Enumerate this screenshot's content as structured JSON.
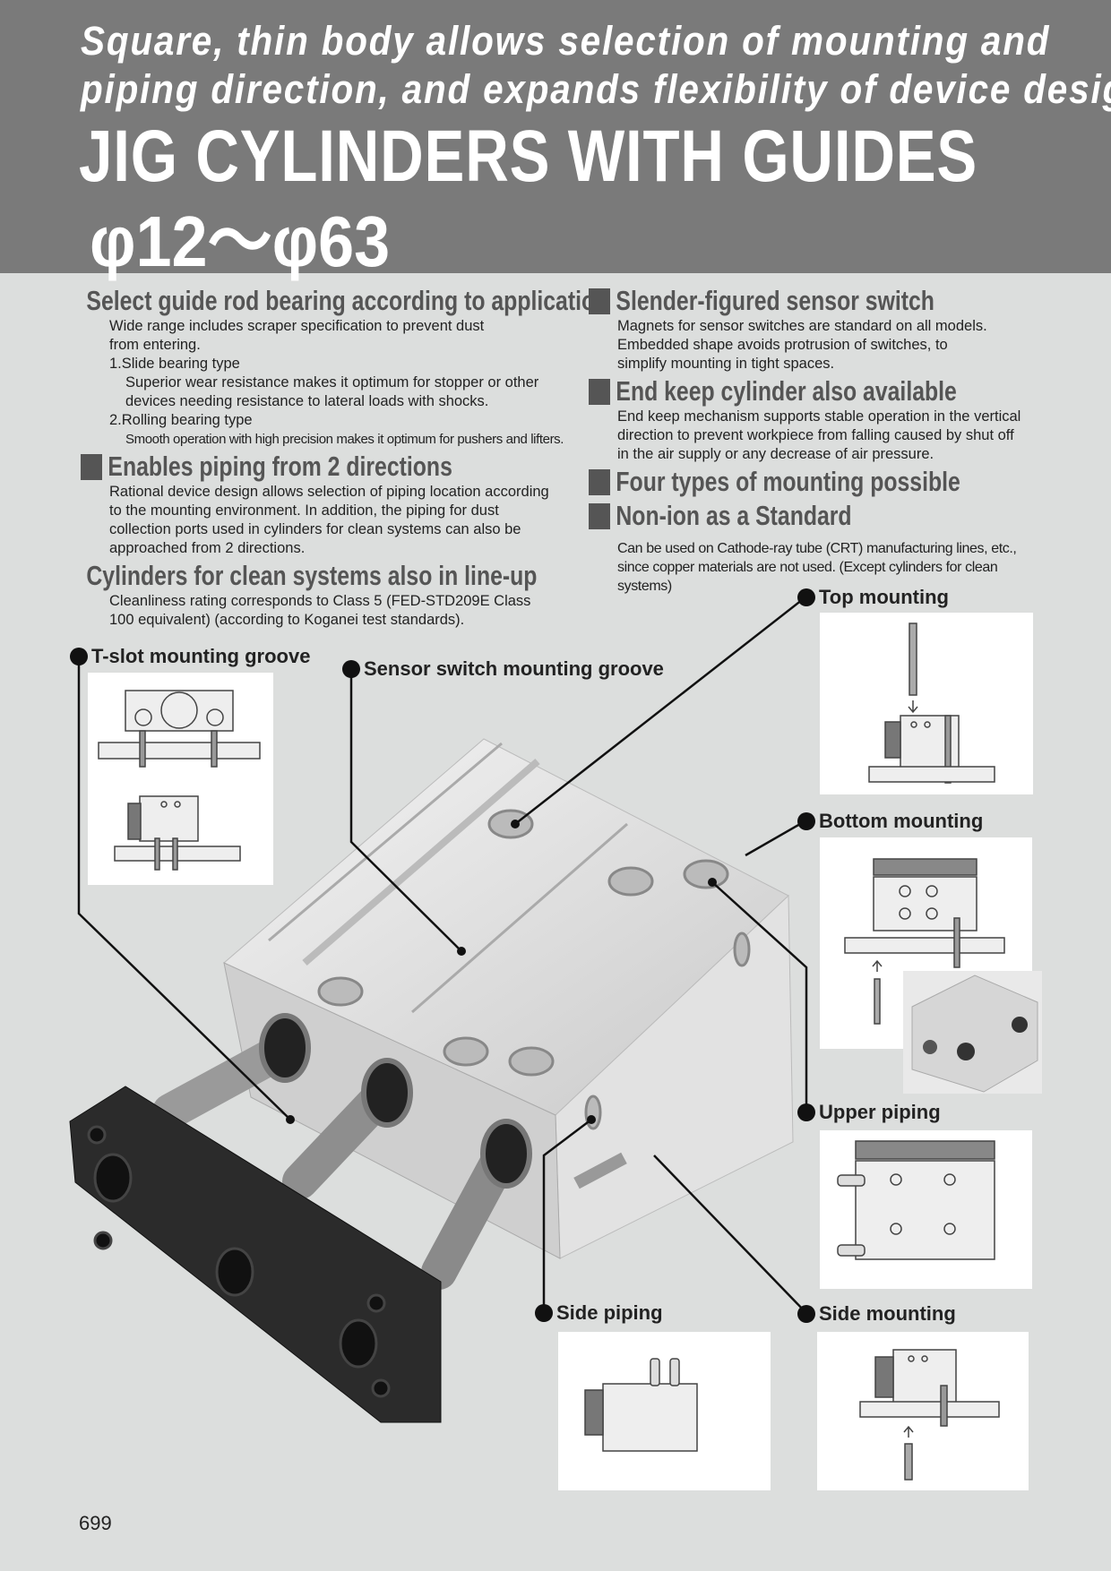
{
  "header": {
    "tagline_1": "Square, thin body allows selection of mounting and",
    "tagline_2": "piping direction, and expands flexibility of device design.",
    "title": "JIG CYLINDERS WITH GUIDES",
    "size_range": "φ12～φ63"
  },
  "features_left": [
    {
      "heading": "Select guide rod bearing according to application",
      "lines": [
        "Wide range includes scraper specification to prevent dust",
        "from entering.",
        "1.Slide bearing type"
      ],
      "sub1": [
        "Superior wear resistance makes it optimum for stopper or other",
        "devices needing resistance to lateral loads with shocks."
      ],
      "item2": "2.Rolling bearing type",
      "sub2": "Smooth operation with high precision makes it optimum for pushers and lifters."
    },
    {
      "heading": "Enables piping from 2 directions",
      "lines": [
        "Rational device design allows selection of piping location according",
        "to the mounting environment. In addition, the piping for dust",
        "collection ports used in cylinders for clean systems can also be",
        "approached from 2 directions."
      ]
    },
    {
      "heading": "Cylinders for clean systems also in line-up",
      "lines": [
        "Cleanliness rating corresponds to Class 5 (FED-STD209E Class",
        "100 equivalent) (according to Koganei test standards)."
      ]
    }
  ],
  "features_right": [
    {
      "heading": "Slender-figured sensor switch",
      "lines": [
        "Magnets for sensor switches are standard on all models.",
        "Embedded shape avoids protrusion of switches, to",
        "simplify mounting in tight spaces."
      ]
    },
    {
      "heading": "End keep cylinder also available",
      "lines": [
        "End keep mechanism supports stable operation in the vertical",
        "direction to prevent workpiece from falling caused by shut off",
        "in the air supply or any decrease of air pressure."
      ]
    },
    {
      "heading": "Four types of mounting possible",
      "lines": []
    },
    {
      "heading": "Non-ion as a Standard",
      "lines": [
        "Can be used on Cathode-ray tube (CRT) manufacturing lines, etc.,",
        "since copper materials are not used. (Except cylinders for clean",
        "systems)"
      ]
    }
  ],
  "callouts": {
    "t_slot": "T-slot mounting groove",
    "sensor_groove": "Sensor switch mounting groove",
    "top_mounting": "Top mounting",
    "bottom_mounting": "Bottom mounting",
    "upper_piping": "Upper piping",
    "side_piping": "Side piping",
    "side_mounting": "Side mounting"
  },
  "page_number": "699"
}
